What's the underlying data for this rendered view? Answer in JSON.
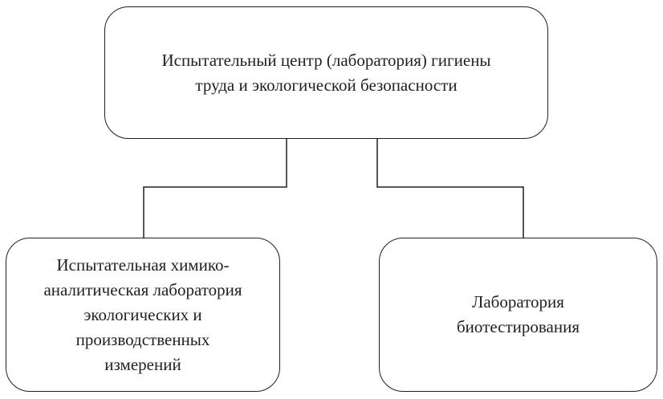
{
  "nodes": {
    "top": "Испытательный центр (лаборатория) гигиены\nтруда и экологической безопасности",
    "left": "Испытательная химико-\nаналитическая лаборатория\nэкологических и\nпроизводственных\nизмерений",
    "right": "Лаборатория\nбиотестирования"
  }
}
